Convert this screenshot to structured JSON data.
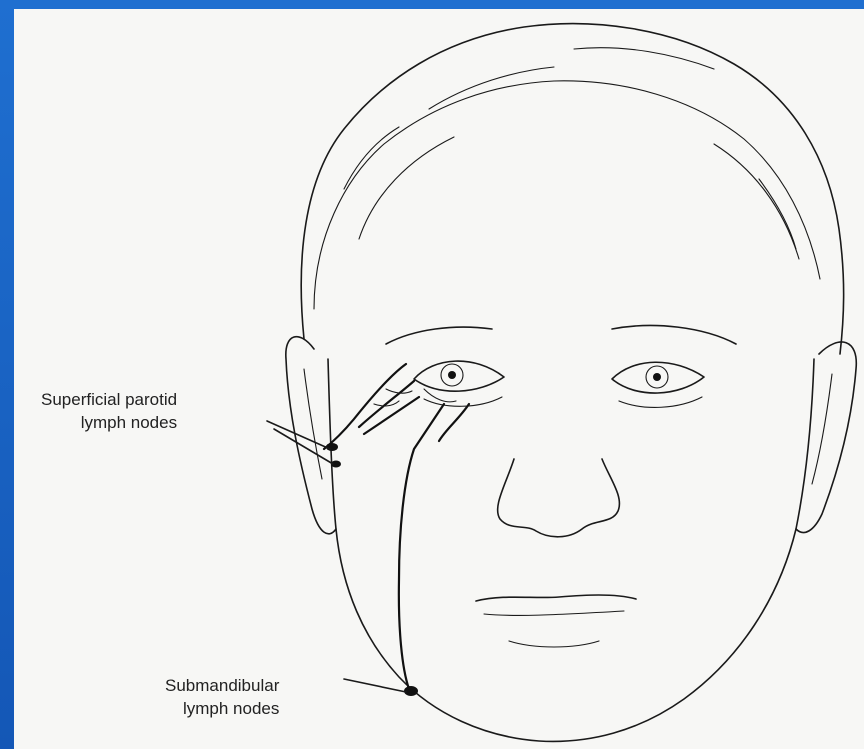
{
  "diagram": {
    "labels": {
      "superficial_parotid_line1": "Superficial parotid",
      "superficial_parotid_line2": "lymph nodes",
      "submandibular_line1": "Submandibular",
      "submandibular_line2": "lymph nodes"
    }
  },
  "colors": {
    "frame_blue": "#1a63c0",
    "paper": "#f7f7f5",
    "ink": "#1a1a1a"
  }
}
